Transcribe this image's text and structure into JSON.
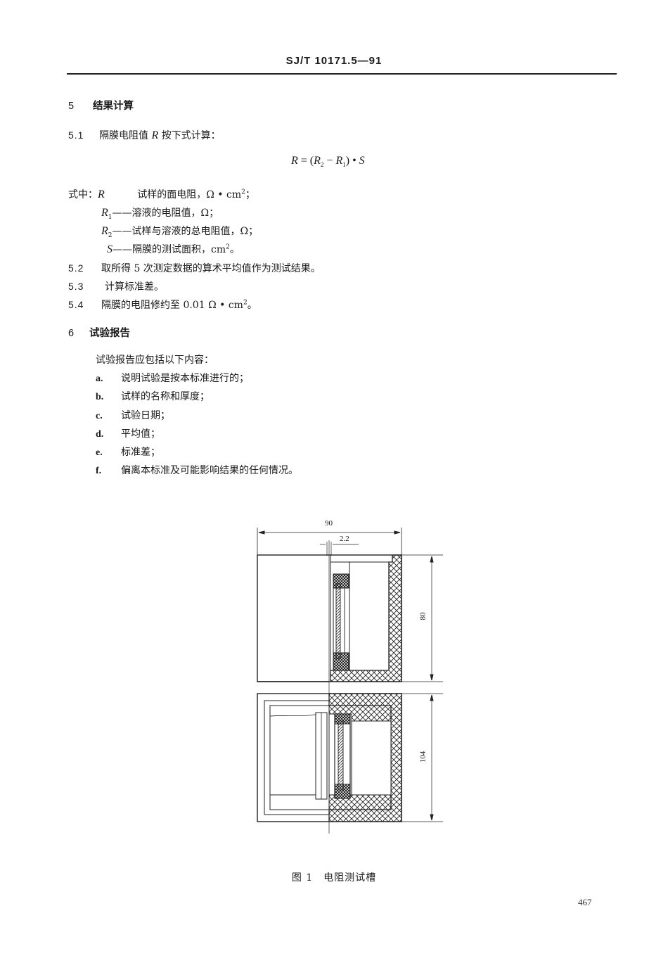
{
  "header": {
    "standard_code": "SJ/T 10171.5—91"
  },
  "section5": {
    "number": "5",
    "title": "结果计算",
    "clause_5_1": {
      "number": "5.1",
      "text_before": "隔膜电阻值",
      "var": "R",
      "text_after": "按下式计算："
    },
    "formula": {
      "lhs": "R",
      "eq": " = (",
      "r2": "R",
      "r2_sub": "2",
      "minus": " − ",
      "r1": "R",
      "r1_sub": "1",
      "rhs": ") • ",
      "s": "S"
    },
    "where": {
      "prefix": "式中：",
      "items": [
        {
          "sym": "R",
          "sub": "",
          "dash": "",
          "desc": "试样的面电阻，Ω • cm",
          "sup": "2",
          "end": "；"
        },
        {
          "sym": "R",
          "sub": "1",
          "dash": "——",
          "desc": "溶液的电阻值，Ω；",
          "sup": "",
          "end": ""
        },
        {
          "sym": "R",
          "sub": "2",
          "dash": "——",
          "desc": "试样与溶液的总电阻值，Ω；",
          "sup": "",
          "end": ""
        },
        {
          "sym": "S",
          "sub": "",
          "dash": "——",
          "desc": "隔膜的测试面积，cm",
          "sup": "2",
          "end": "。"
        }
      ]
    },
    "clause_5_2": {
      "number": "5.2",
      "text": "取所得 5 次测定数据的算术平均值作为测试结果。"
    },
    "clause_5_3": {
      "number": "5.3",
      "text": "计算标准差。"
    },
    "clause_5_4": {
      "number": "5.4",
      "text": "隔膜的电阻修约至 0.01 Ω • cm",
      "sup": "2",
      "end": "。"
    }
  },
  "section6": {
    "number": "6",
    "title": "试验报告",
    "intro": "试验报告应包括以下内容：",
    "items": [
      {
        "label": "a.",
        "text": "说明试验是按本标准进行的；"
      },
      {
        "label": "b.",
        "text": "试样的名称和厚度；"
      },
      {
        "label": "c.",
        "text": "试验日期；"
      },
      {
        "label": "d.",
        "text": "平均值；"
      },
      {
        "label": "e.",
        "text": "标准差；"
      },
      {
        "label": "f.",
        "text": "偏离本标准及可能影响结果的任何情况。"
      }
    ]
  },
  "figure": {
    "dimensions": {
      "width": "90",
      "gap": "2.2",
      "height_top": "80",
      "height_bottom": "104"
    },
    "caption": "图 1　电阻测试槽"
  },
  "footer": {
    "page_number": "467"
  }
}
